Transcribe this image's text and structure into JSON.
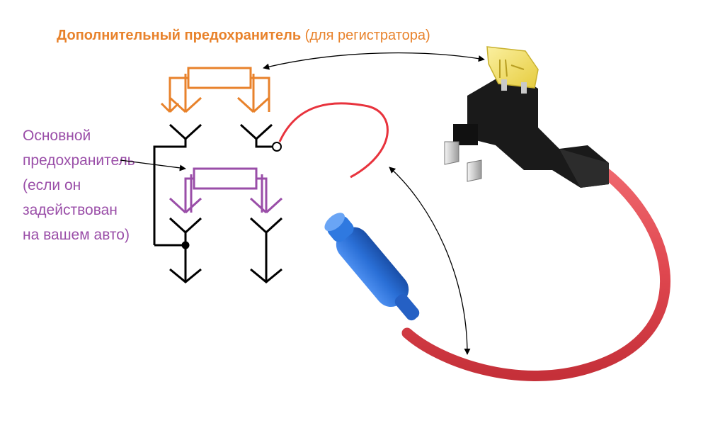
{
  "labels": {
    "additional_fuse": "Дополнительный предохранитель",
    "additional_fuse_note": "(для регистратора)",
    "main_fuse": [
      "Основной",
      "предохранитель",
      "(если он",
      "задействован",
      "на вашем авто)"
    ]
  },
  "colors": {
    "orange": "#e8822b",
    "purple": "#9a4ea8",
    "black": "#000000",
    "red_wire": "#e04850",
    "blue_terminal": "#2a6fd6",
    "fuse_yellow": "#f3e26a",
    "holder_black": "#1a1a1a"
  }
}
